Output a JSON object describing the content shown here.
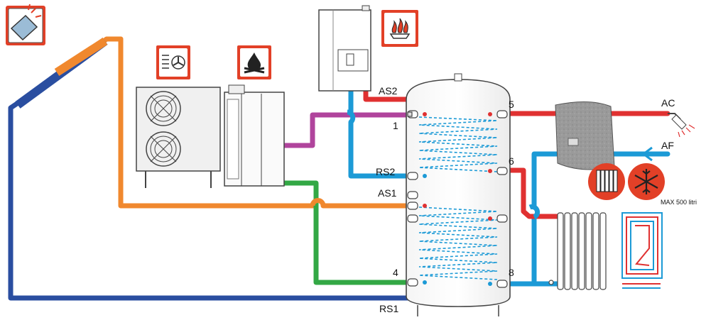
{
  "labels": {
    "as2": "AS2",
    "rs2": "RS2",
    "as1": "AS1",
    "rs1": "RS1",
    "n1": "1",
    "n4": "4",
    "n5": "5",
    "n6": "6",
    "n8": "8",
    "ac": "AC",
    "af": "AF",
    "max_note": "MAX 500 litri"
  },
  "colors": {
    "hot_red": "#e03131",
    "cold_blue": "#1c9ad6",
    "solar_orange": "#f0882e",
    "solar_blue": "#2a4ea0",
    "heatpump_purple": "#b0449c",
    "boiler_green": "#33a845",
    "icon_red": "#e24027"
  },
  "icons": {
    "solar_panel": "solar-panel-icon",
    "heat_pump_fan": "heat-pump-fan-icon",
    "wood_fire": "wood-fire-icon",
    "gas_flame": "gas-flame-icon",
    "radiator": "radiator-icon",
    "snowflake": "snowflake-icon",
    "shower": "shower-icon"
  }
}
